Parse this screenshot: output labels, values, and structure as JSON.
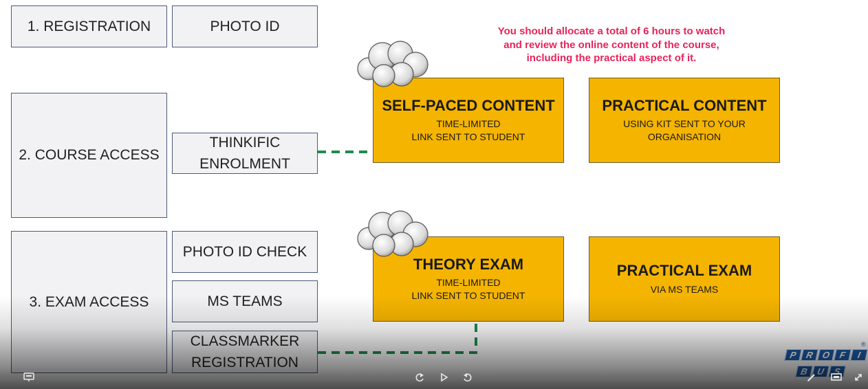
{
  "steps": {
    "registration": "1. REGISTRATION",
    "photo_id": "PHOTO ID",
    "course_access": "2. COURSE ACCESS",
    "thinkific_line1": "THINKIFIC",
    "thinkific_line2": "ENROLMENT",
    "exam_access": "3. EXAM ACCESS",
    "photo_id_check": "PHOTO ID CHECK",
    "ms_teams": "MS TEAMS",
    "classmarker_line1": "CLASSMARKER",
    "classmarker_line2": "REGISTRATION"
  },
  "note": {
    "line1": "You should allocate a total of 6 hours to watch",
    "line2": "and review the online content of the course,",
    "line3": "including the practical aspect of it."
  },
  "cards": {
    "self_paced": {
      "title": "SELF-PACED CONTENT",
      "line1": "TIME-LIMITED",
      "line2": "LINK SENT TO STUDENT"
    },
    "practical_content": {
      "title": "PRACTICAL CONTENT",
      "line1": "USING KIT SENT TO YOUR",
      "line2": "ORGANISATION"
    },
    "theory_exam": {
      "title": "THEORY EXAM",
      "line1": "TIME-LIMITED",
      "line2": "LINK SENT TO STUDENT"
    },
    "practical_exam": {
      "title": "PRACTICAL EXAM",
      "line1": "VIA MS TEAMS"
    }
  },
  "logo": {
    "row1": [
      "P",
      "R",
      "O",
      "F",
      "I"
    ],
    "row2": [
      "B",
      "U",
      "S"
    ],
    "registered": "®"
  },
  "icons": {
    "cloud": "cloud-icon",
    "captions": "captions-icon",
    "rewind": "rewind-icon",
    "play": "play-icon",
    "forward": "forward-icon",
    "pen": "pen-icon",
    "screen": "screen-icon",
    "fullscreen": "fullscreen-icon"
  },
  "colors": {
    "card": "#f5b400",
    "note": "#e8235a",
    "connector": "#1f8a4c",
    "brand": "#1c5aa6"
  }
}
